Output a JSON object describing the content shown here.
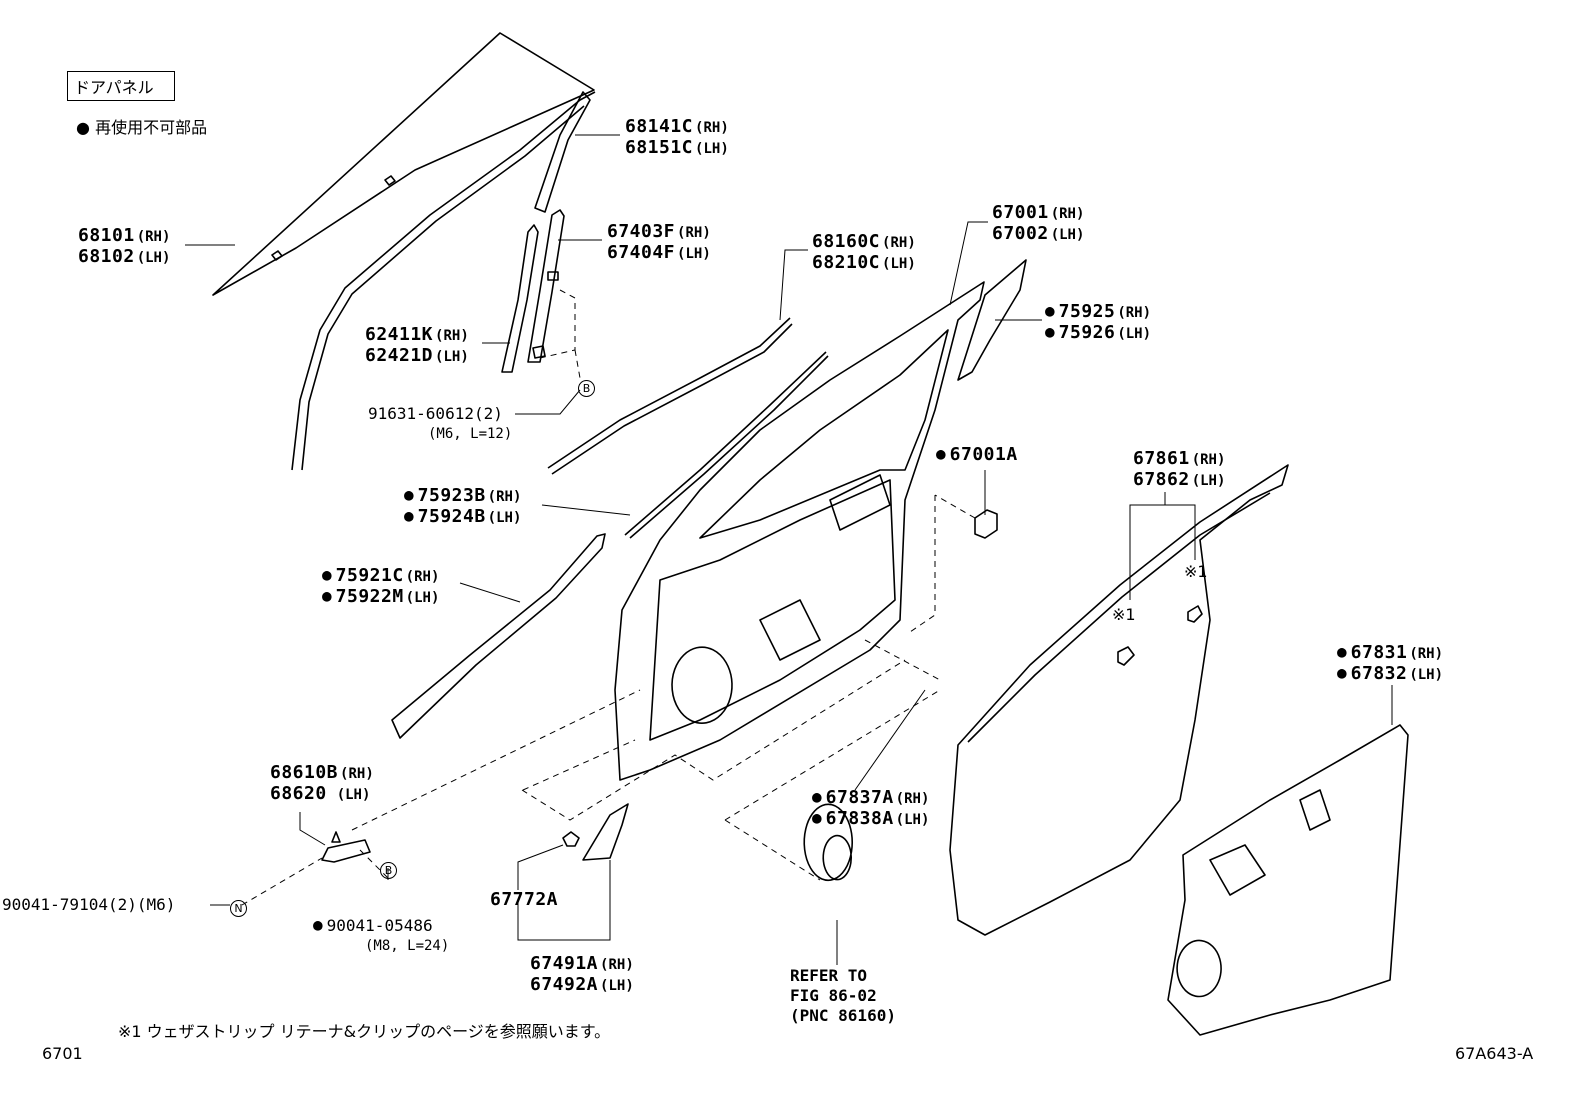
{
  "header": {
    "panel_title": "ドアパネル",
    "legend_symbol": "●",
    "legend_text": "再使用不可部品"
  },
  "parts": {
    "glass": {
      "rh": "68101",
      "lh": "68102"
    },
    "channel_rear": {
      "rh": "68141C",
      "lh": "68151C"
    },
    "sash_rear": {
      "rh": "67403F",
      "lh": "67404F"
    },
    "weatherstrip_outer": {
      "rh": "68160C",
      "lh": "68210C"
    },
    "door_panel": {
      "rh": "67001",
      "lh": "67002"
    },
    "seal_pillar": {
      "rh": "75925",
      "lh": "75926"
    },
    "channel_front": {
      "rh": "62411K",
      "lh": "62421D"
    },
    "bolt_b": {
      "pn": "91631-60612(2)",
      "spec": "(M6, L=12)"
    },
    "molding_belt": {
      "rh": "75923B",
      "lh": "75924B"
    },
    "molding_lower": {
      "rh": "75921C",
      "lh": "75922M"
    },
    "cushion": {
      "pn": "67001A"
    },
    "door_weatherstrip": {
      "rh": "67861",
      "lh": "67862"
    },
    "check_assy": {
      "rh": "68610B",
      "lh": "68620"
    },
    "bolt_n": {
      "pn": "90041-79104(2)(M6)"
    },
    "bolt_check": {
      "pn": "90041-05486",
      "spec": "(M8, L=24)"
    },
    "clip": {
      "pn": "67772A"
    },
    "cover_mirror": {
      "rh": "67491A",
      "lh": "67492A"
    },
    "seal_lower": {
      "rh": "67837A",
      "lh": "67838A"
    },
    "service_hole_cover": {
      "rh": "67831",
      "lh": "67832"
    },
    "speaker_ref": {
      "line1": "REFER TO",
      "line2": "FIG 86-02",
      "line3": "(PNC 86160)"
    }
  },
  "side_labels": {
    "rh": "(RH)",
    "lh": "(LH)"
  },
  "callouts": {
    "b": "B",
    "n": "N",
    "note_mark": "※1"
  },
  "footer": {
    "note": "※1 ウェザストリップ リテーナ&クリップのページを参照願います。",
    "page_code": "6701",
    "figure_id": "67A643-A"
  }
}
